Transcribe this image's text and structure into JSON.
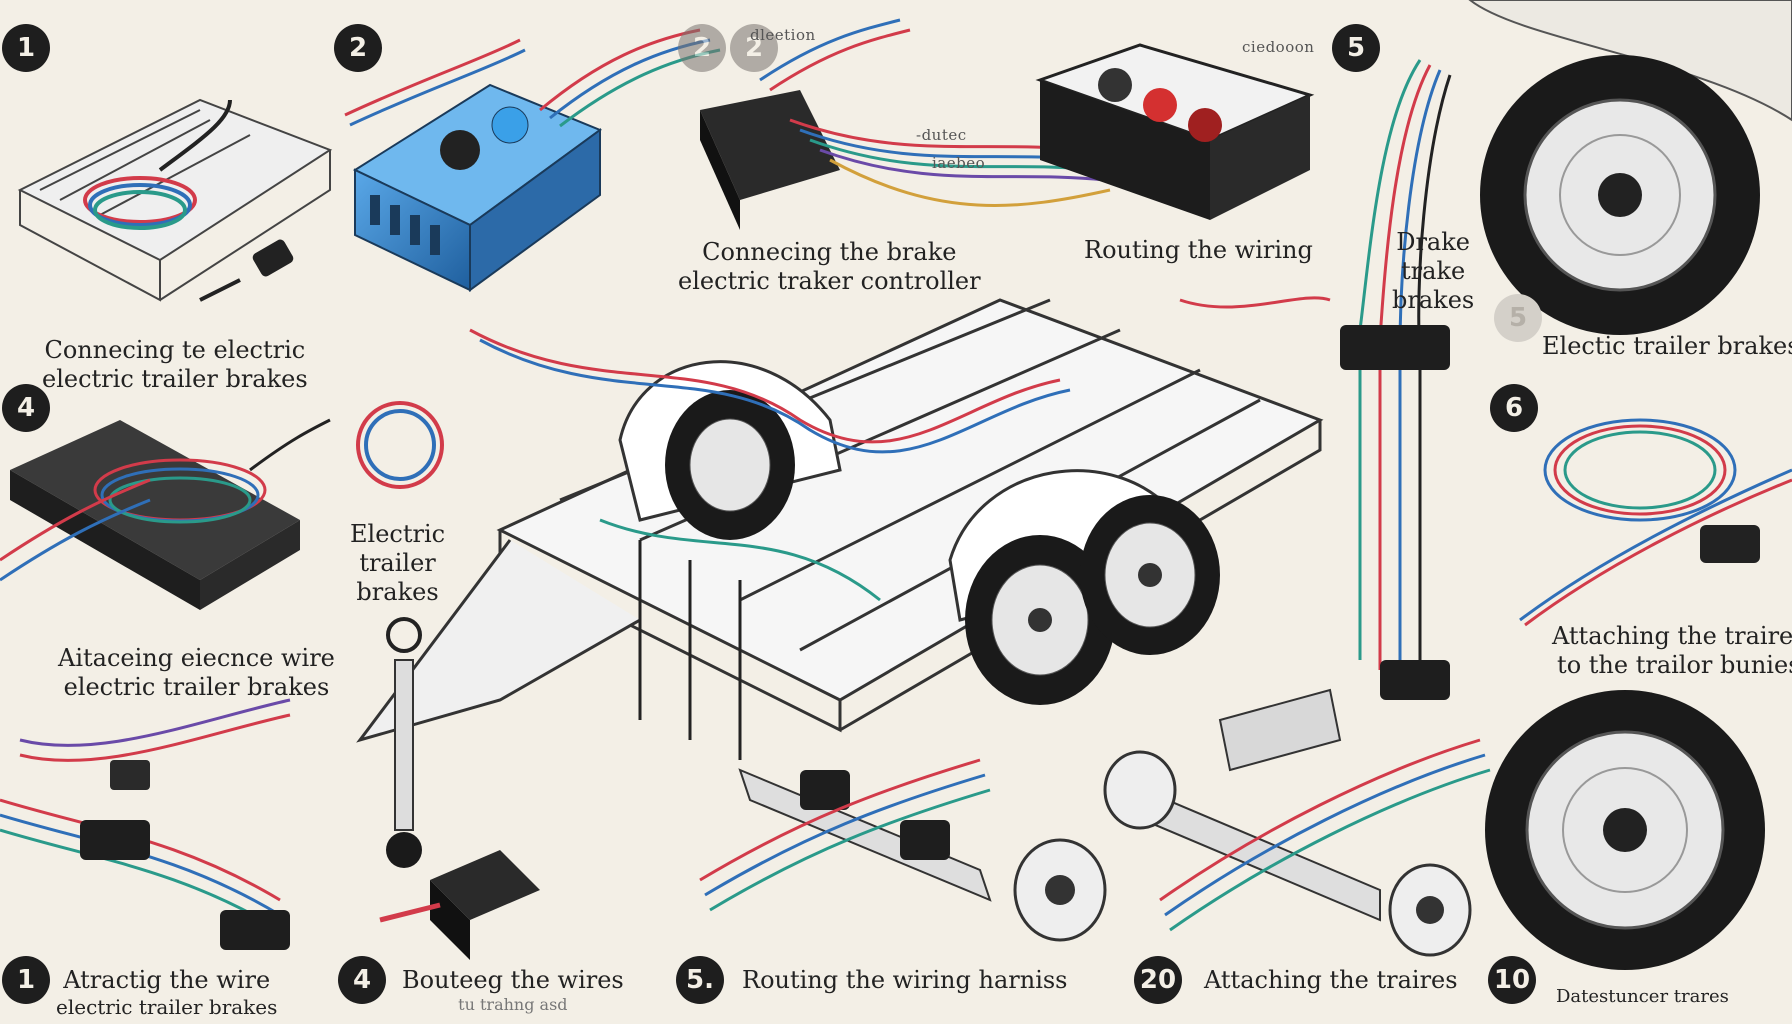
{
  "badges": {
    "b1": "1",
    "b2": "2",
    "b2a": "2",
    "b2b": "2",
    "b5": "5",
    "b4": "4",
    "b6": "6",
    "b5faint": "5",
    "b1bottom": "1",
    "b4bottom": "4",
    "b5bottom": "5.",
    "b20": "20",
    "b10": "10"
  },
  "captions": {
    "c1_line1": "Connecing te electric",
    "c1_line2": "electric trailer brakes",
    "c2_line1": "Connecing the brake",
    "c2_line2": "electric traker controller",
    "c3": "Routing the wiring",
    "c4_line1": "Drake",
    "c4_line2": "trake",
    "c4_line3": "brakes",
    "c5": "Electic trailer brakes",
    "c6_line1": "Electric",
    "c6_line2": "trailer",
    "c6_line3": "brakes",
    "c7_line1": "Aitaceing eiecnce wire",
    "c7_line2": "electric trailer brakes",
    "c8_line1": "Attaching the traires",
    "c8_line2": "to the trailor bunies",
    "c9_line1": "Atractig the wire",
    "c9_line2": "electric trailer brakes",
    "c10_line1": "Bouteeg the wires",
    "c10_line2": "tu trahng asd",
    "c11": "Routing the wiring harniss",
    "c12": "Attaching the traires",
    "c13": "Datestuncer trares"
  },
  "labels": {
    "top_small": "dleetion",
    "top_right_small": "ciedooon",
    "mid_small": "-dutec",
    "mid_small2": "iaebeo"
  },
  "colors": {
    "background": "#f3efe6",
    "ink": "#1b1b1b",
    "wire_red": "#d23b4a",
    "wire_blue": "#2f6fb8",
    "wire_teal": "#2a9a8a",
    "wire_purple": "#6a4aa8",
    "controller_blue": "#3d8fd6"
  }
}
